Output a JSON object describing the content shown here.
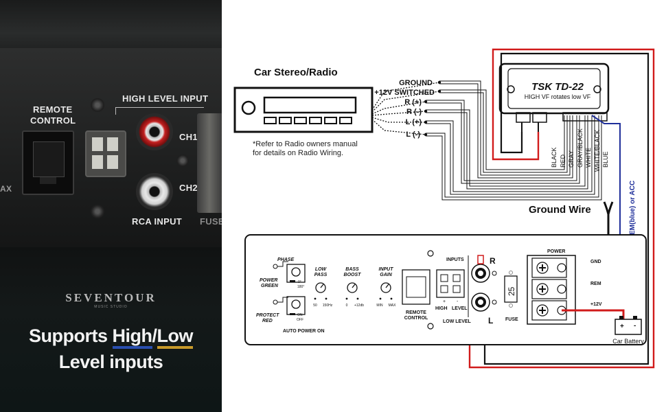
{
  "photo": {
    "remote_control": [
      "REMOTE",
      "CONTROL"
    ],
    "high_level_input": "HIGH LEVEL INPUT",
    "ch1": "CH1",
    "ch2": "CH2",
    "rca_input": "RCA INPUT",
    "fuse_partial": "FUSE",
    "max_partial": "AX",
    "brand": "SEVENTOUR",
    "brand_sub": "MUSIC STUDIO",
    "tagline_word1": "Supports",
    "tagline_high": "High",
    "tagline_slash": "/",
    "tagline_low": "Low",
    "tagline_line2": "Level inputs",
    "colors": {
      "high_underline": "#2a4fb0",
      "low_underline": "#c89a2a"
    }
  },
  "diagram": {
    "stereo_title": "Car Stereo/Radio",
    "stereo_note": [
      "*Refer to Radio owners manual",
      "for details on Radio Wiring."
    ],
    "stereo_wires": [
      "GROUND",
      "+12V SWITCHED",
      "R (+)",
      "R (-)",
      "L (+)",
      "L (-)"
    ],
    "converter_title": "TSK TD-22",
    "converter_sub": "HIGH VF rotates low VF",
    "converter_wires": [
      "BLACK",
      "RED",
      "GRAY",
      "GRAY/BLACK",
      "WHITE",
      "WHITE/BLACK",
      "BLUE"
    ],
    "ground_wire": "Ground Wire",
    "connect_note": "Connect  REM(blue)  or ACC",
    "amp": {
      "phase": "PHASE",
      "phase_options": [
        "0°",
        "180°"
      ],
      "power_green": [
        "POWER",
        "GREEN"
      ],
      "protect_red": [
        "PROTECT",
        "RED"
      ],
      "on_off": [
        "ON",
        "OFF"
      ],
      "auto_power_on": "AUTO POWER ON",
      "low_pass": [
        "LOW",
        "PASS"
      ],
      "low_pass_range": [
        "50",
        "150Hz"
      ],
      "bass_boost": [
        "BASS",
        "BOOST"
      ],
      "bass_boost_range": [
        "0",
        "+12db"
      ],
      "input_gain": [
        "INPUT",
        "GAIN"
      ],
      "input_gain_range": [
        "MIN",
        "MAX"
      ],
      "remote_control": [
        "REMOTE",
        "CONTROL"
      ],
      "inputs": "INPUTS",
      "high": "HIGH",
      "level": "LEVEL",
      "plus": "+",
      "minus": "-",
      "low_level": "LOW LEVEL",
      "r": "R",
      "l": "L",
      "fuse_value": "25",
      "fuse": "FUSE",
      "power": "POWER",
      "gnd": "GND",
      "rem": "REM",
      "v12": "+12V"
    },
    "battery": "Car Battery",
    "battery_plus": "+",
    "battery_minus": "-"
  }
}
